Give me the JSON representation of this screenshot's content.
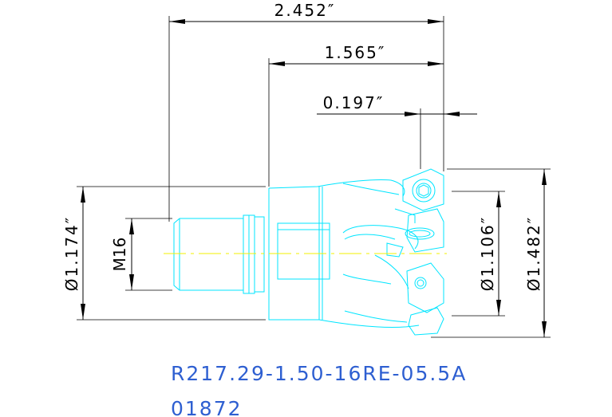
{
  "dimensions": {
    "overall_length": "2.452″",
    "body_length": "1.565″",
    "insert_offset": "0.197″",
    "shank_diameter": "Ø1.174″",
    "thread": "M16",
    "inner_diameter": "Ø1.106″",
    "cutting_diameter": "Ø1.482″"
  },
  "part_label": {
    "designation": "R217.29-1.50-16RE-05.5A",
    "code": "01872"
  },
  "colors": {
    "part_outline": "#00e5ff",
    "centerline": "#f3f000",
    "dimension": "#000000",
    "label_text": "#2e5fd1"
  }
}
